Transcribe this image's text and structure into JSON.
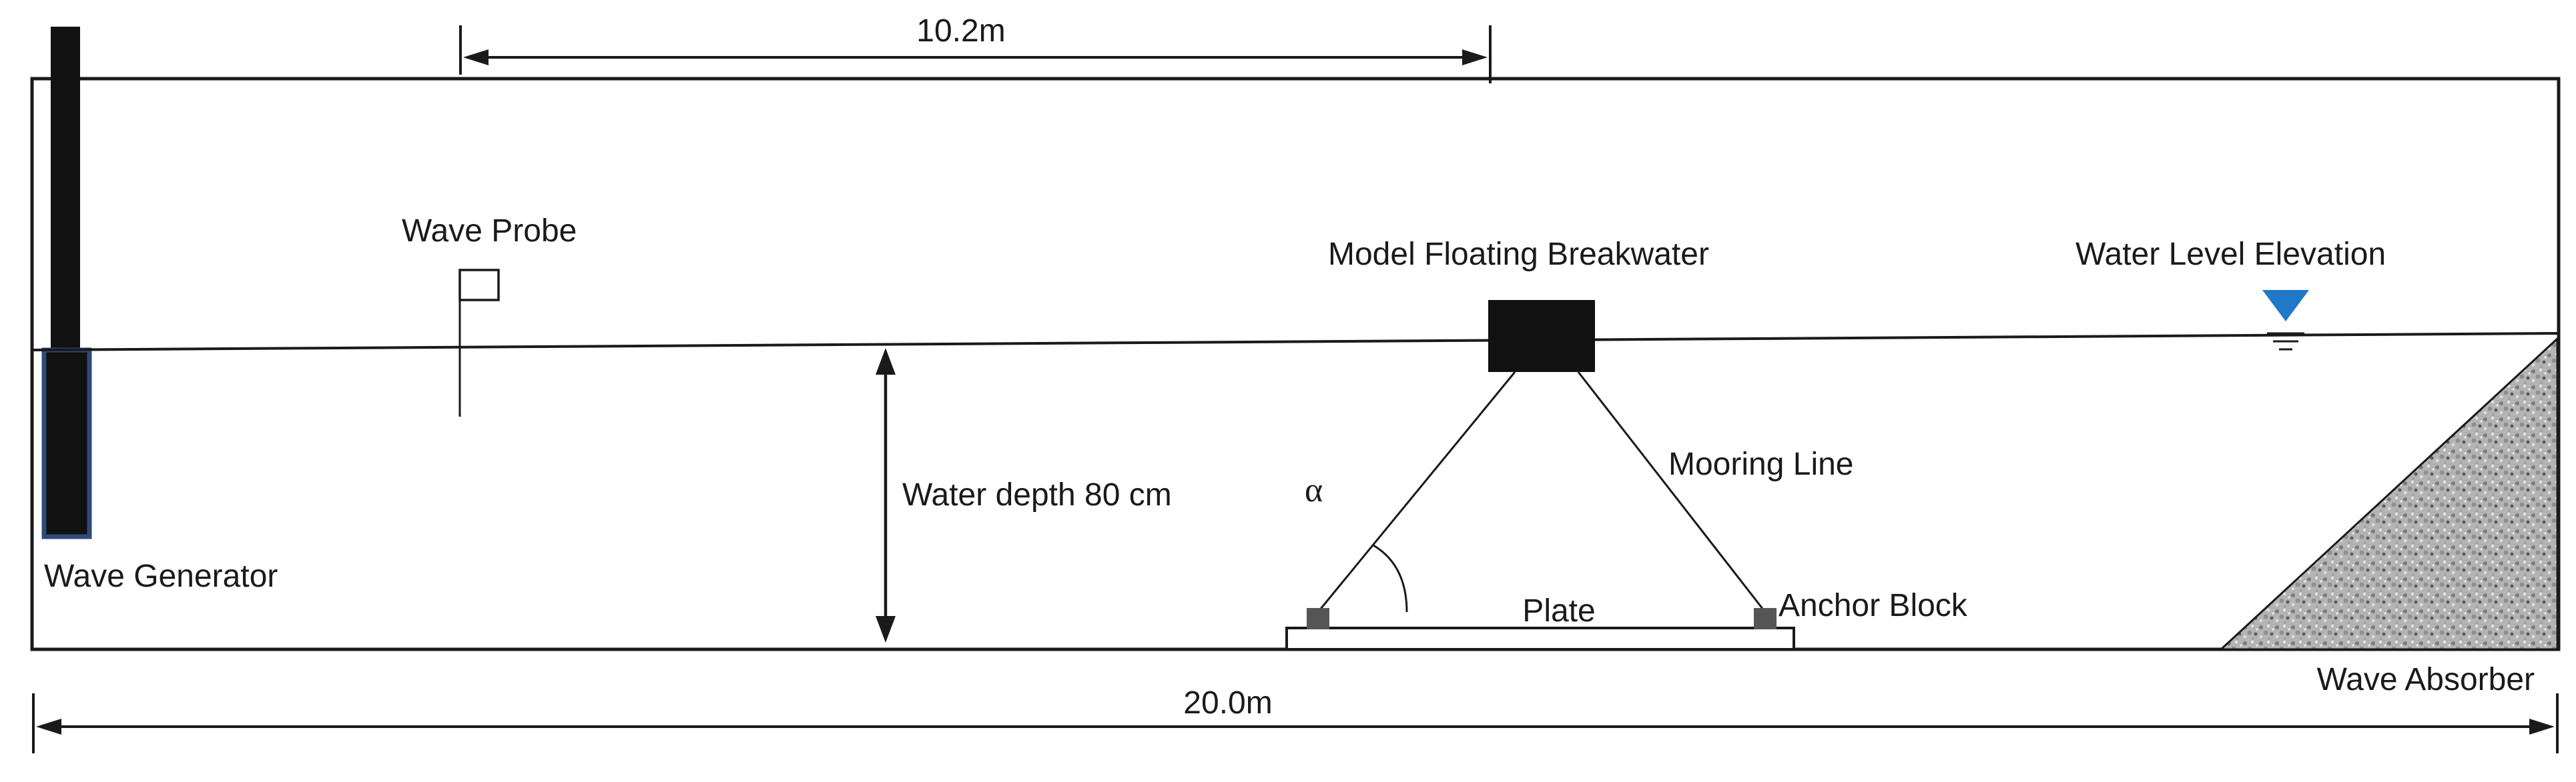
{
  "labels": {
    "dim_top": "10.2m",
    "dim_bottom": "20.0m",
    "wave_probe": "Wave Probe",
    "model_floating_breakwater": "Model Floating Breakwater",
    "water_level_elevation": "Water Level Elevation",
    "water_depth": "Water depth 80 cm",
    "alpha": "α",
    "mooring_line": "Mooring Line",
    "wave_generator": "Wave Generator",
    "plate": "Plate",
    "anchor_block": "Anchor Block",
    "wave_absorber": "Wave Absorber"
  },
  "colors": {
    "water_level_marker": "#1f78c8",
    "generator_outline": "#2e4a78",
    "ink": "#1a1a1a",
    "anchor": "#555555"
  },
  "icons": {
    "water_level_marker": "inverted-triangle-icon"
  }
}
